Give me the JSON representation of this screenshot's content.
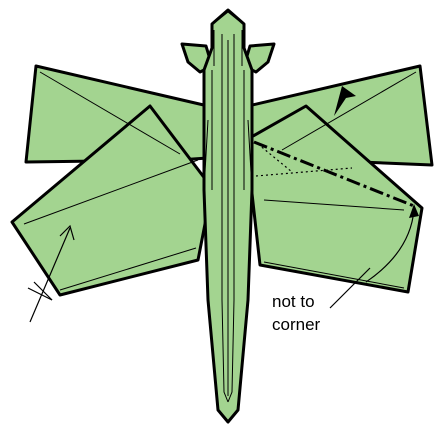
{
  "annotation": {
    "line1": "not to",
    "line2": "corner"
  },
  "colors": {
    "paper": "#a3d490",
    "outline": "#000000",
    "background": "#ffffff"
  },
  "symbols": [
    "mountain-fold-line",
    "valley-fold-arrow",
    "push-arrow",
    "x-ray-line",
    "repeat-arrow"
  ]
}
